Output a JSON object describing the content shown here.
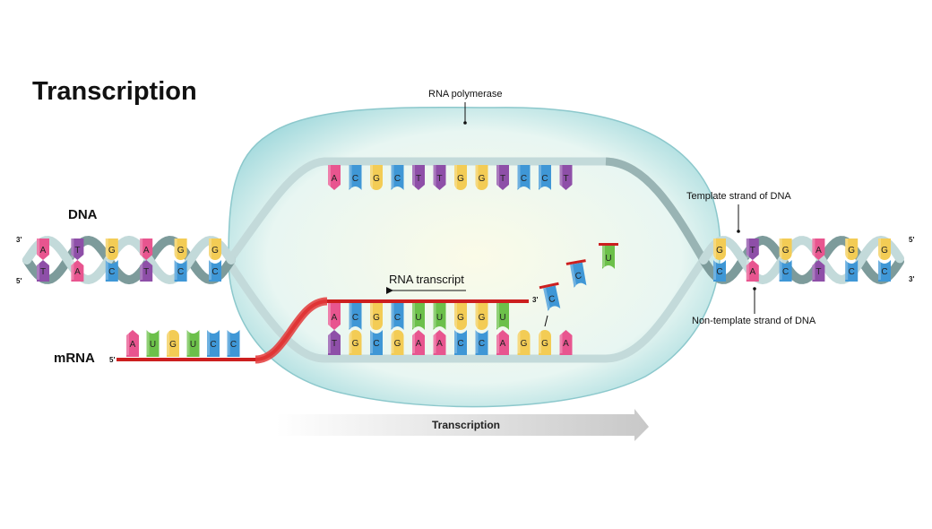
{
  "title": "Transcription",
  "labels": {
    "rna_polymerase": "RNA polymerase",
    "dna": "DNA",
    "mrna": "mRNA",
    "rna_transcript": "RNA transcript",
    "template_strand": "Template strand of DNA",
    "non_template_strand": "Non-template strand of DNA",
    "direction": "Transcription"
  },
  "end_labels": {
    "left_top": "3'",
    "left_bottom": "5'",
    "right_top": "5'",
    "right_bottom": "3'",
    "mrna_end": "5'",
    "transcript_end": "3'"
  },
  "bubble_top_strand": [
    "A",
    "C",
    "G",
    "C",
    "T",
    "T",
    "G",
    "G",
    "T",
    "C",
    "C",
    "T"
  ],
  "transcript_bases": [
    "A",
    "C",
    "G",
    "C",
    "U",
    "U",
    "G",
    "G",
    "U"
  ],
  "template_bases": [
    "T",
    "G",
    "C",
    "G",
    "A",
    "A",
    "C",
    "C",
    "A",
    "G",
    "G",
    "A"
  ],
  "free_nucleotides": [
    "C",
    "C",
    "U"
  ],
  "mrna_bases": [
    "A",
    "U",
    "G",
    "U",
    "C",
    "C"
  ],
  "left_helix_bases": [
    [
      "A",
      "T"
    ],
    [
      "T",
      "A"
    ],
    [
      "G",
      "C"
    ],
    [
      "A",
      "T"
    ],
    [
      "G",
      "C"
    ],
    [
      "G",
      "C"
    ]
  ],
  "right_helix_bases": [
    [
      "G",
      "C"
    ],
    [
      "T",
      "A"
    ],
    [
      "G",
      "C"
    ],
    [
      "A",
      "T"
    ],
    [
      "G",
      "C"
    ],
    [
      "G",
      "C"
    ]
  ],
  "colors": {
    "A": "#e8558f",
    "T": "#8e4fa8",
    "C": "#3f97d6",
    "G": "#f3cc55",
    "U": "#6cc04a",
    "backbone": "#c3dada",
    "backbone_dark": "#7d9b9b",
    "polymerase": "#bfe8ea",
    "rna_red": "#cc1f1f",
    "arrow": "#cfcfcf"
  }
}
